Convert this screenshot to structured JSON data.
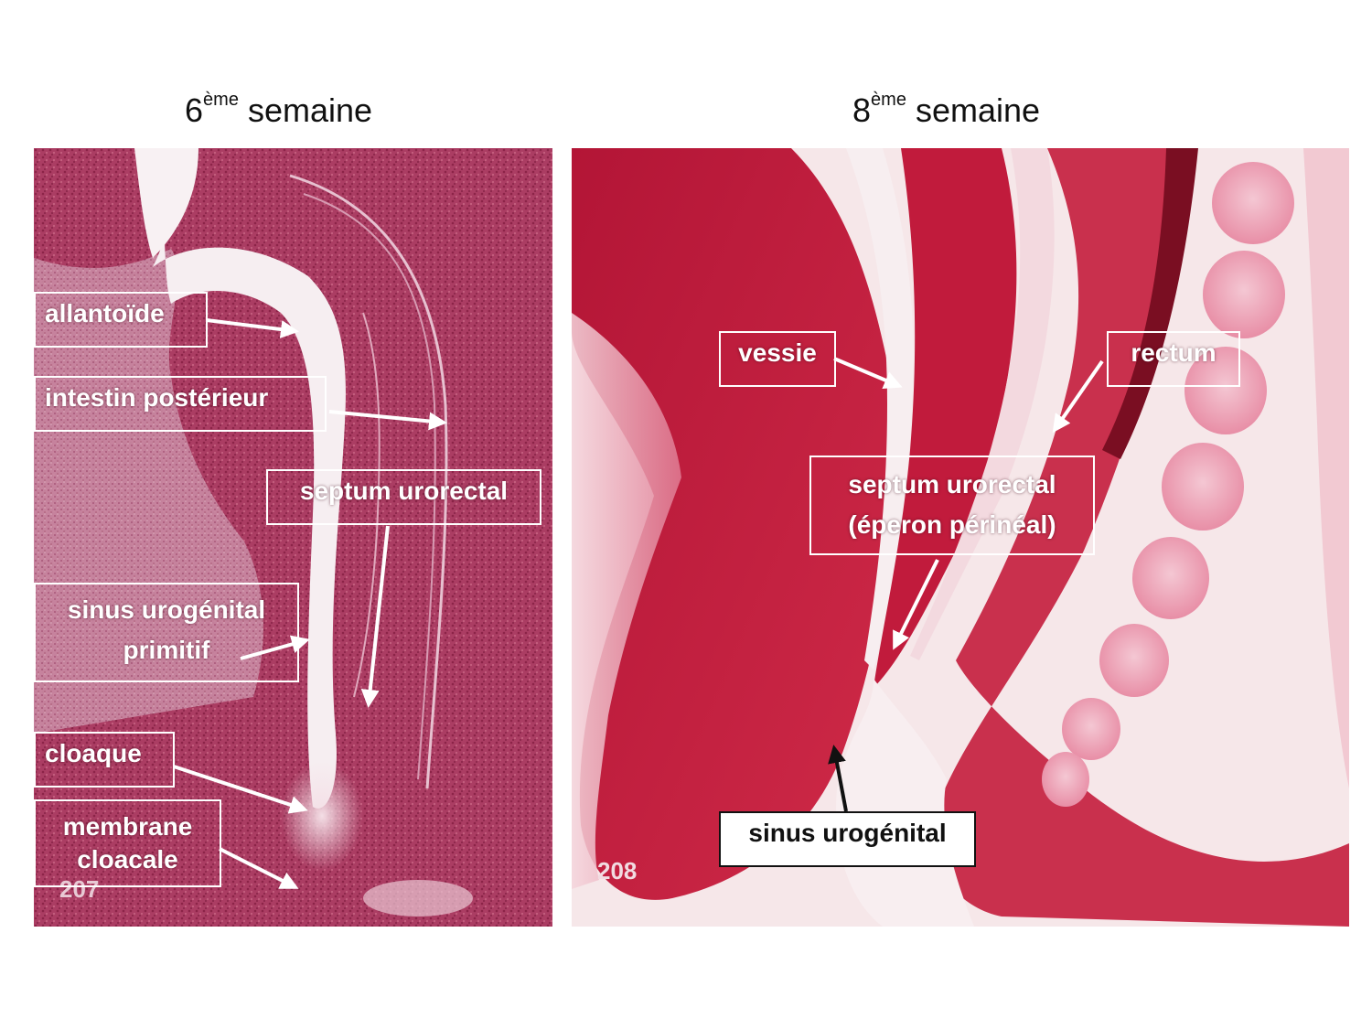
{
  "left_panel": {
    "title_number": "6",
    "title_sup": "ème",
    "title_word": "semaine",
    "plate_number": "207",
    "labels": {
      "allantoide": "allantoïde",
      "intestin_posterieur": "intestin postérieur",
      "septum_urorectal": "septum urorectal",
      "sinus_urogenital_primitif_line1": "sinus urogénital",
      "sinus_urogenital_primitif_line2": "primitif",
      "cloaque": "cloaque",
      "membrane_cloacale_line1": "membrane",
      "membrane_cloacale_line2": "cloacale"
    }
  },
  "right_panel": {
    "title_number": "8",
    "title_sup": "ème",
    "title_word": "semaine",
    "plate_number": "208",
    "labels": {
      "vessie": "vessie",
      "rectum": "rectum",
      "septum_urorectal_line1": "septum urorectal",
      "septum_urorectal_line2": "(éperon périnéal)",
      "sinus_urogenital": "sinus urogénital"
    }
  },
  "colors": {
    "left_tissue": "#b2466a",
    "right_tissue": "#c8203f",
    "label_border": "#ffffff"
  }
}
